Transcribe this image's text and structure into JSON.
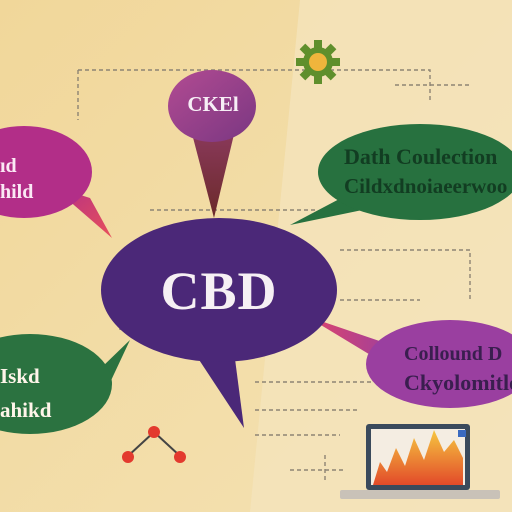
{
  "bubbles": {
    "center": "CBD",
    "top": "CKEl",
    "left_top": [
      "ıd",
      "hild"
    ],
    "right_top": [
      "Dath Coulection",
      "Cildxdnoiaeerwoo"
    ],
    "left_bottom": [
      "Iskd",
      "ahikd"
    ],
    "right_bottom": [
      "Collound D",
      "Ckyolomitle"
    ]
  },
  "icons": [
    "gear-icon",
    "molecule-icon",
    "laptop-chart-icon"
  ],
  "colors": {
    "background": "#efd9a0",
    "center_bubble": "#4b2878",
    "top_bubble": "#9a3f88",
    "left_top_bubble": "#b22e88",
    "right_top_bubble": "#27713f",
    "left_bottom_bubble": "#2b7240",
    "right_bottom_bubble": "#9a3fa0",
    "gear": "#5f8f2c"
  }
}
